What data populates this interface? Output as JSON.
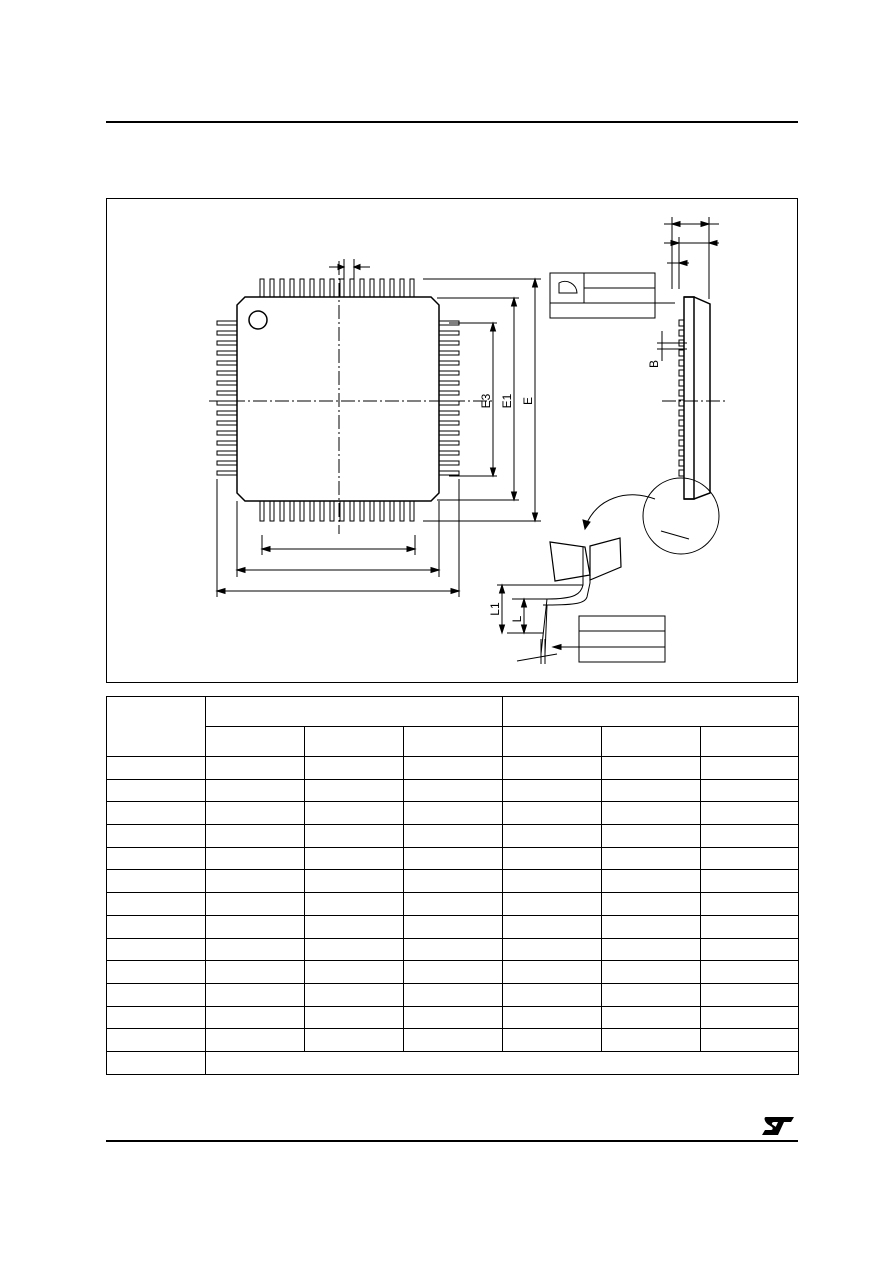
{
  "drawing": {
    "labels": {
      "e3": "E3",
      "e1": "E1",
      "e": "E",
      "b": "B",
      "l1": "L1",
      "l": "L"
    }
  },
  "table": {
    "body_rows": 14
  },
  "colors": {
    "line": "#000000",
    "background": "#ffffff"
  },
  "icons": {
    "logo": "st-logo-icon"
  }
}
